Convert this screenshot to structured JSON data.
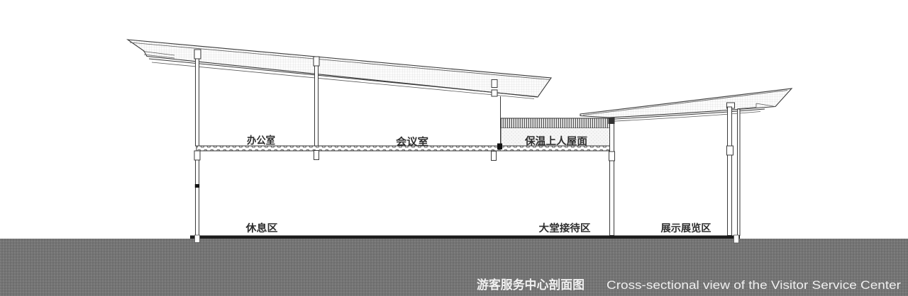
{
  "caption": {
    "zh": "游客服务中心剖面图",
    "en": "Cross-sectional view of the Visitor Service Center"
  },
  "room_labels": {
    "office": "办公室",
    "meeting_room": "会议室",
    "insulated_roof": "保温上人屋面",
    "rest_area": "休息区",
    "lobby_reception": "大堂接待区",
    "exhibition": "展示展览区"
  },
  "colors": {
    "line": "#3a3a3a",
    "label_text": "#2e2e2e",
    "ground_band": "#757575",
    "ground_line": "#1c1c1c",
    "caption_text": "#f0f0f0",
    "roof_hatch": "#d9d9d9",
    "background": "#ffffff"
  }
}
